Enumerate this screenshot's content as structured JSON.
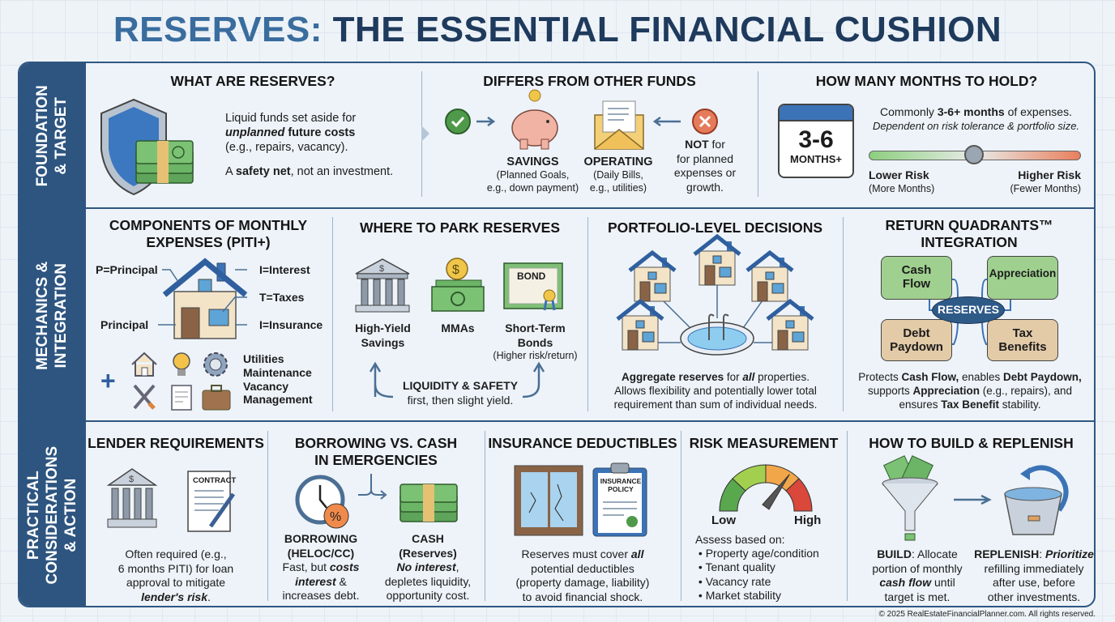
{
  "title": {
    "part1": "RESERVES:",
    "part2": "THE ESSENTIAL FINANCIAL CUSHION"
  },
  "bands": [
    {
      "line1": "FOUNDATION",
      "line2": "& TARGET"
    },
    {
      "line1": "MECHANICS &",
      "line2": "INTEGRATION"
    },
    {
      "line1": "PRACTICAL",
      "line2": "CONSIDERATIONS",
      "line3": "& ACTION"
    }
  ],
  "what": {
    "heading": "WHAT ARE RESERVES?",
    "l1": "Liquid funds set aside for",
    "l2a": "unplanned",
    "l2b": " future costs",
    "l3": "(e.g., repairs, vacancy).",
    "l4a": "A ",
    "l4b": "safety net",
    "l4c": ", not an investment."
  },
  "differs": {
    "heading": "DIFFERS FROM OTHER FUNDS",
    "savings": {
      "label": "SAVINGS",
      "d1": "(Planned Goals,",
      "d2": "e.g., down payment)"
    },
    "operating": {
      "label": "OPERATING",
      "d1": "(Daily Bills,",
      "d2": "e.g., utilities)"
    },
    "not": {
      "a": "NOT",
      "b": " for",
      "l2": "for planned",
      "l3": "expenses or",
      "l4": "growth."
    }
  },
  "months": {
    "heading": "HOW MANY MONTHS TO HOLD?",
    "cal_num": "3-6",
    "cal_unit": "MONTHS+",
    "l1a": "Commonly ",
    "l1b": "3-6+ months",
    "l1c": " of expenses.",
    "l2": "Dependent on risk tolerance & portfolio size.",
    "slider_value": 0.5,
    "low": "Lower Risk",
    "low_sub": "(More Months)",
    "high": "Higher Risk",
    "high_sub": "(Fewer Months)"
  },
  "piti": {
    "heading1": "COMPONENTS OF MONTHLY",
    "heading2": "EXPENSES (PITI+)",
    "p": "P=Principal",
    "i1": "I=Interest",
    "t": "T=Taxes",
    "principal": "Principal",
    "i2": "I=Insurance",
    "plus": "+",
    "extras": [
      "Utilities",
      "Maintenance",
      "Vacancy",
      "Management"
    ]
  },
  "park": {
    "heading": "WHERE TO PARK RESERVES",
    "hys1": "High-Yield",
    "hys2": "Savings",
    "mma": "MMAs",
    "bond1": "Short-Term",
    "bond2": "Bonds",
    "bond_sub": "(Higher risk/return)",
    "bond_word": "BOND",
    "liq1": "LIQUIDITY & SAFETY",
    "liq2": "first, then slight yield."
  },
  "portfolio": {
    "heading": "PORTFOLIO-LEVEL DECISIONS",
    "l1a": "Aggregate reserves",
    "l1b": " for ",
    "l1c": "all",
    "l1d": " properties.",
    "l2": "Allows flexibility and potentially lower total",
    "l3": "requirement than sum of individual needs."
  },
  "quadrants": {
    "heading1": "RETURN QUADRANTS™",
    "heading2": "INTEGRATION",
    "cf": [
      "Cash",
      "Flow"
    ],
    "app": "Appreciation",
    "debt": [
      "Debt",
      "Paydown"
    ],
    "tax": [
      "Tax",
      "Benefits"
    ],
    "center": "RESERVES",
    "l1a": "Protects ",
    "l1b": "Cash Flow,",
    "l1c": " enables ",
    "l1d": "Debt Paydown,",
    "l2a": "supports ",
    "l2b": "Appreciation",
    "l2c": " (e.g., repairs), and",
    "l3a": "ensures ",
    "l3b": "Tax Benefit",
    "l3c": " stability."
  },
  "lender": {
    "heading": "LENDER REQUIREMENTS",
    "contract": "CONTRACT",
    "l1": "Often required (e.g.,",
    "l2": "6 months PITI) for loan",
    "l3": "approval to mitigate",
    "l4": "lender's risk",
    "l4end": "."
  },
  "borrow": {
    "heading1": "BORROWING VS. CASH",
    "heading2": "IN EMERGENCIES",
    "b1": "BORROWING",
    "b2": "(HELOC/CC)",
    "b3a": "Fast, but ",
    "b3b": "costs",
    "b4a": "interest",
    "b4b": " &",
    "b5": "increases debt.",
    "c1": "CASH",
    "c2": "(Reserves)",
    "c3a": "No interest",
    "c3b": ",",
    "c4": "depletes liquidity,",
    "c5": "opportunity cost."
  },
  "insurance": {
    "heading": "INSURANCE DEDUCTIBLES",
    "policy1": "INSURANCE",
    "policy2": "POLICY",
    "l1a": "Reserves must cover ",
    "l1b": "all",
    "l2": "potential deductibles",
    "l3": "(property damage, liability)",
    "l4": "to avoid financial shock."
  },
  "risk": {
    "heading": "RISK MEASUREMENT",
    "low": "Low",
    "high": "High",
    "gauge_value": 0.7,
    "intro": "Assess based on:",
    "items": [
      "Property age/condition",
      "Tenant quality",
      "Vacancy rate",
      "Market stability"
    ]
  },
  "build": {
    "heading": "HOW TO BUILD & REPLENISH",
    "b1a": "BUILD",
    "b1b": ": Allocate",
    "b2": "portion of monthly",
    "b3a": "cash flow",
    "b3b": " until",
    "b4": "target is met.",
    "r1a": "REPLENISH",
    "r1b": ": ",
    "r1c": "Prioritize",
    "r2": "refilling immediately",
    "r3": "after use, before",
    "r4": "other investments."
  },
  "footer": "© 2025 RealEstateFinancialPlanner.com. All rights reserved.",
  "colors": {
    "navy": "#2e5580",
    "accent": "#3a6d9e",
    "green": "#4f9a4a",
    "red": "#d9553f"
  }
}
